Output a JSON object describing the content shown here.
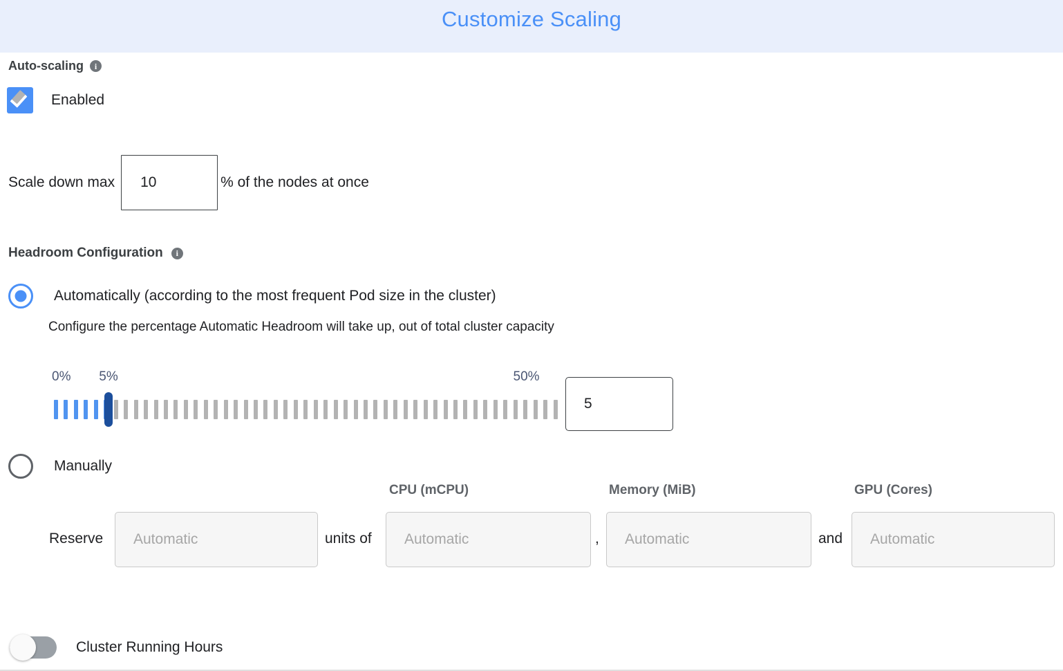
{
  "header": {
    "title": "Customize Scaling",
    "bg_color": "#e9effc",
    "title_color": "#4a90f7"
  },
  "autoscaling": {
    "label": "Auto-scaling",
    "info_glyph": "i",
    "enabled_label": "Enabled",
    "enabled_checked": true
  },
  "scale_down": {
    "prefix_label": "Scale down max",
    "value": "10",
    "suffix_label": "% of the nodes at once"
  },
  "headroom": {
    "label": "Headroom Configuration",
    "info_glyph": "i",
    "option_auto_label": "Automatically (according to the most frequent Pod size in the cluster)",
    "option_auto_selected": true,
    "auto_help_text": "Configure the percentage Automatic Headroom will take up, out of total cluster capacity",
    "option_manual_label": "Manually",
    "option_manual_selected": false
  },
  "slider": {
    "min_label": "0%",
    "current_label": "5%",
    "max_label": "50%",
    "min": 0,
    "max": 50,
    "value": 5,
    "tick_count": 51,
    "value_box": "5",
    "active_color": "#5094f0",
    "inactive_color": "#b3b3b3",
    "thumb_color": "#1c4f9c"
  },
  "reserve": {
    "reserve_word": "Reserve",
    "units_of_word": "units of",
    "comma_word": ",",
    "and_word": "and",
    "columns": [
      {
        "header": "",
        "placeholder": "Automatic",
        "value": ""
      },
      {
        "header": "CPU (mCPU)",
        "placeholder": "Automatic",
        "value": ""
      },
      {
        "header": "Memory (MiB)",
        "placeholder": "Automatic",
        "value": ""
      },
      {
        "header": "GPU (Cores)",
        "placeholder": "Automatic",
        "value": ""
      }
    ]
  },
  "cluster_running_hours": {
    "label": "Cluster Running Hours",
    "enabled": false
  }
}
